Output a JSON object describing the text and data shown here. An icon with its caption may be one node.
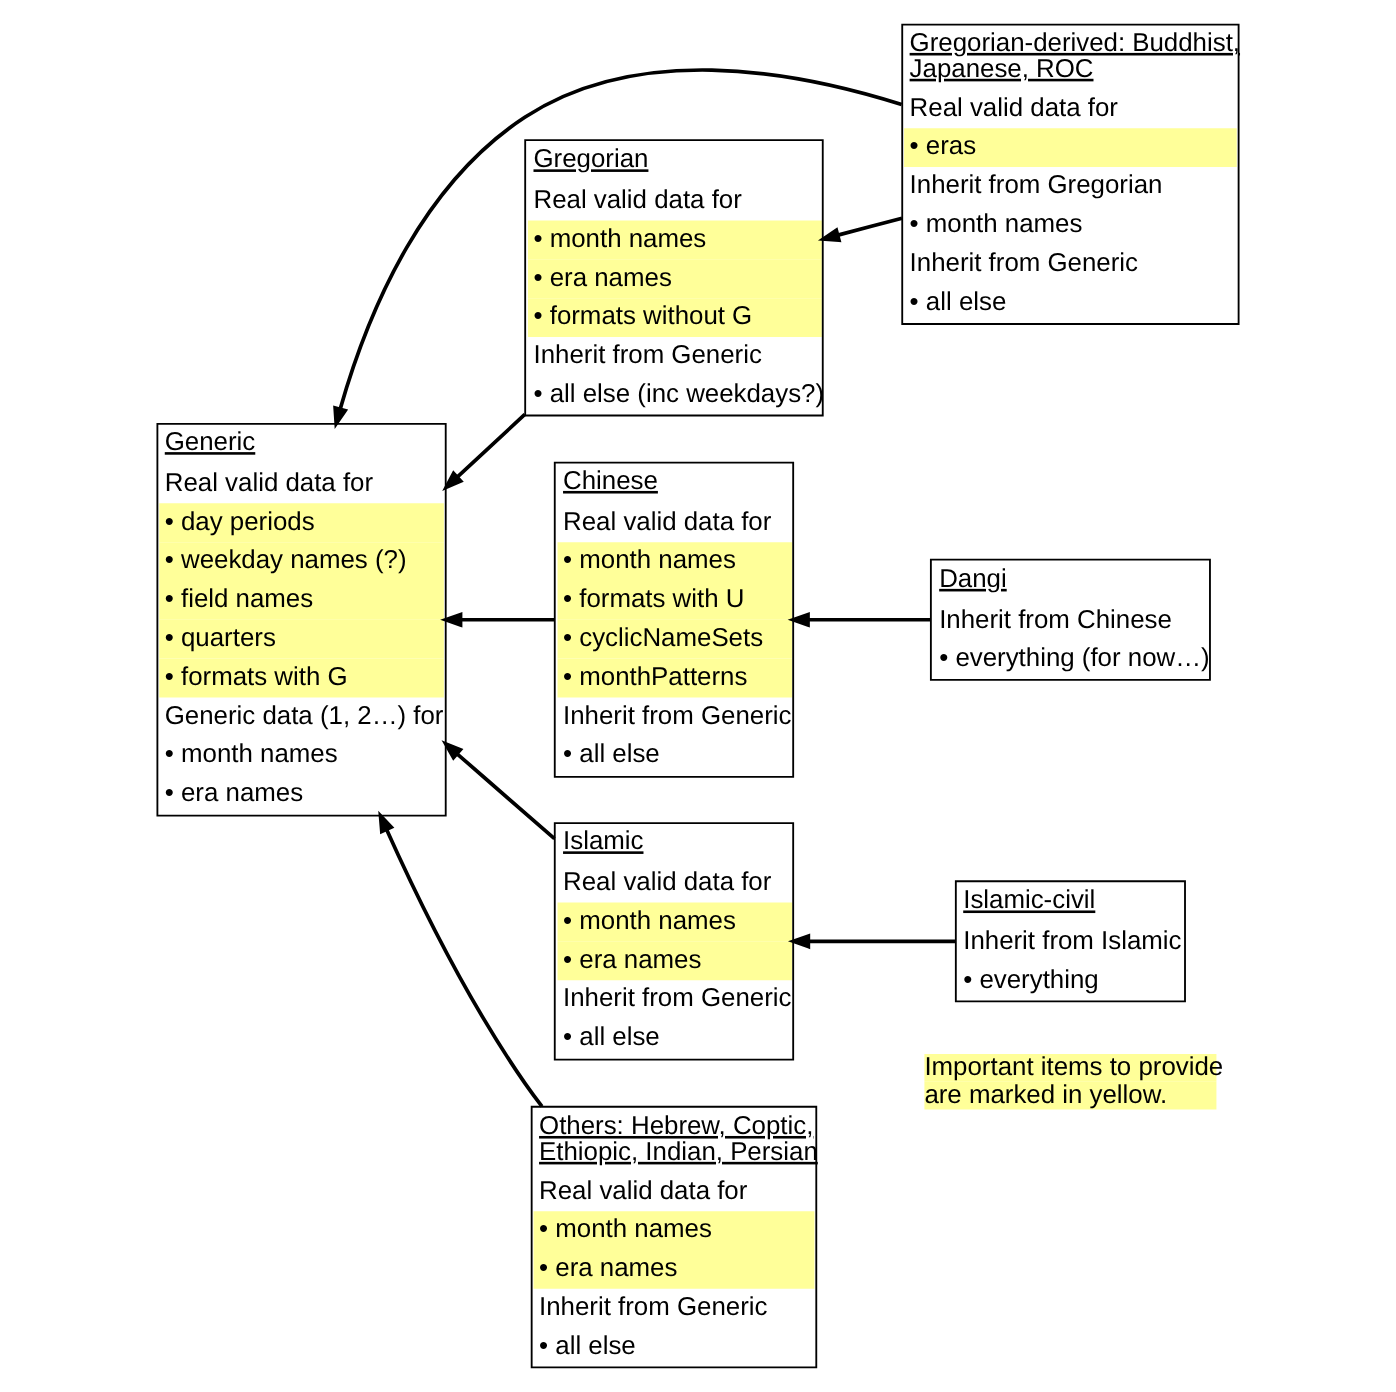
{
  "diagram": {
    "nodes": [
      {
        "text": [
          "Generic",
          "Real valid data for",
          "• day periods",
          "• weekday names (?)",
          "• field names",
          "• quarters",
          "• formats with G",
          "Generic data (1, 2…) for",
          "• month names",
          "• era names"
        ]
      },
      {
        "text": [
          "Gregorian",
          "Real valid data for",
          "• month names",
          "• era names",
          "• formats without G",
          "Inherit from Generic",
          "• all else (inc weekdays?)"
        ]
      },
      {
        "text": [
          "Gregorian-derived: Buddhist, Japanese, ROC",
          "Real valid data for",
          "• eras",
          "Inherit from Gregorian",
          "• month names",
          "Inherit from Generic",
          "• all else"
        ]
      },
      {
        "text": [
          "Chinese",
          "Real valid data for",
          "• month names",
          "• formats with U",
          "• cyclicNameSets",
          "• monthPatterns",
          "Inherit from Generic",
          "• all else"
        ]
      },
      {
        "text": [
          "Dangi",
          "Inherit from Chinese",
          "• everything (for now…)"
        ]
      },
      {
        "text": [
          "Islamic",
          "Real valid data for",
          "• month names",
          "• era names",
          "Inherit from Generic",
          "• all else"
        ]
      },
      {
        "text": [
          "Islamic-civil",
          "Inherit from Islamic",
          "• everything"
        ]
      },
      {
        "text": [
          "Others: Hebrew, Coptic, Ethiopic, Indian, Persian",
          "Real valid data for",
          "• month names",
          "• era names",
          "Inherit from Generic",
          "• all else"
        ]
      }
    ],
    "edges": [
      {
        "from": 1,
        "to": 0,
        "arrow": "to"
      },
      {
        "from": 2,
        "to": 1,
        "arrow": "to"
      },
      {
        "from": 2,
        "to": 0,
        "arrow": "to"
      },
      {
        "from": 4,
        "to": 3,
        "arrow": "to"
      },
      {
        "from": 3,
        "to": 0,
        "arrow": "to"
      },
      {
        "from": 6,
        "to": 5,
        "arrow": "to"
      },
      {
        "from": 5,
        "to": 0,
        "arrow": "to"
      },
      {
        "from": 7,
        "to": 0,
        "arrow": "to"
      }
    ],
    "legend": [
      {
        "text": "Important items to provide are marked in yellow.",
        "color": "#ffff99"
      }
    ]
  }
}
